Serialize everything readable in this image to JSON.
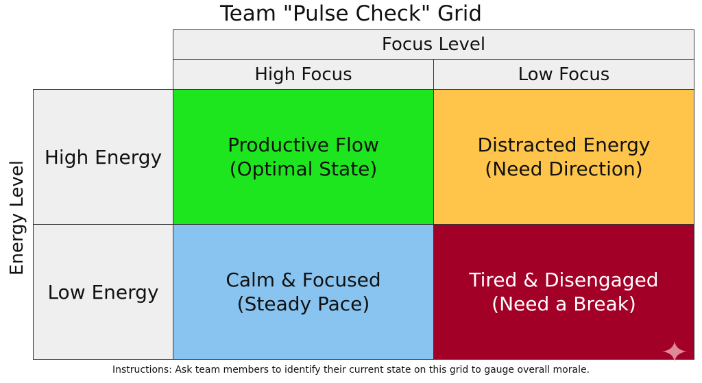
{
  "title": "Team \"Pulse Check\" Grid",
  "column_axis": {
    "label": "Focus Level",
    "columns": [
      "High Focus",
      "Low Focus"
    ]
  },
  "row_axis": {
    "label": "Energy Level",
    "rows": [
      "High Energy",
      "Low Energy"
    ]
  },
  "quadrants": [
    {
      "line1": "Productive Flow",
      "line2": "(Optimal State)",
      "color": "#1ee61e",
      "text_color": "#111111"
    },
    {
      "line1": "Distracted Energy",
      "line2": "(Need Direction)",
      "color": "#fec54a",
      "text_color": "#111111"
    },
    {
      "line1": "Calm & Focused",
      "line2": "(Steady Pace)",
      "color": "#89c4f0",
      "text_color": "#111111"
    },
    {
      "line1": "Tired & Disengaged",
      "line2": "(Need a Break)",
      "color": "#a30028",
      "text_color": "#ffffff"
    }
  ],
  "instructions": "Instructions: Ask team members to identify their current state on this grid to gauge overall morale.",
  "icons": {
    "corner": "sparkle-icon"
  }
}
